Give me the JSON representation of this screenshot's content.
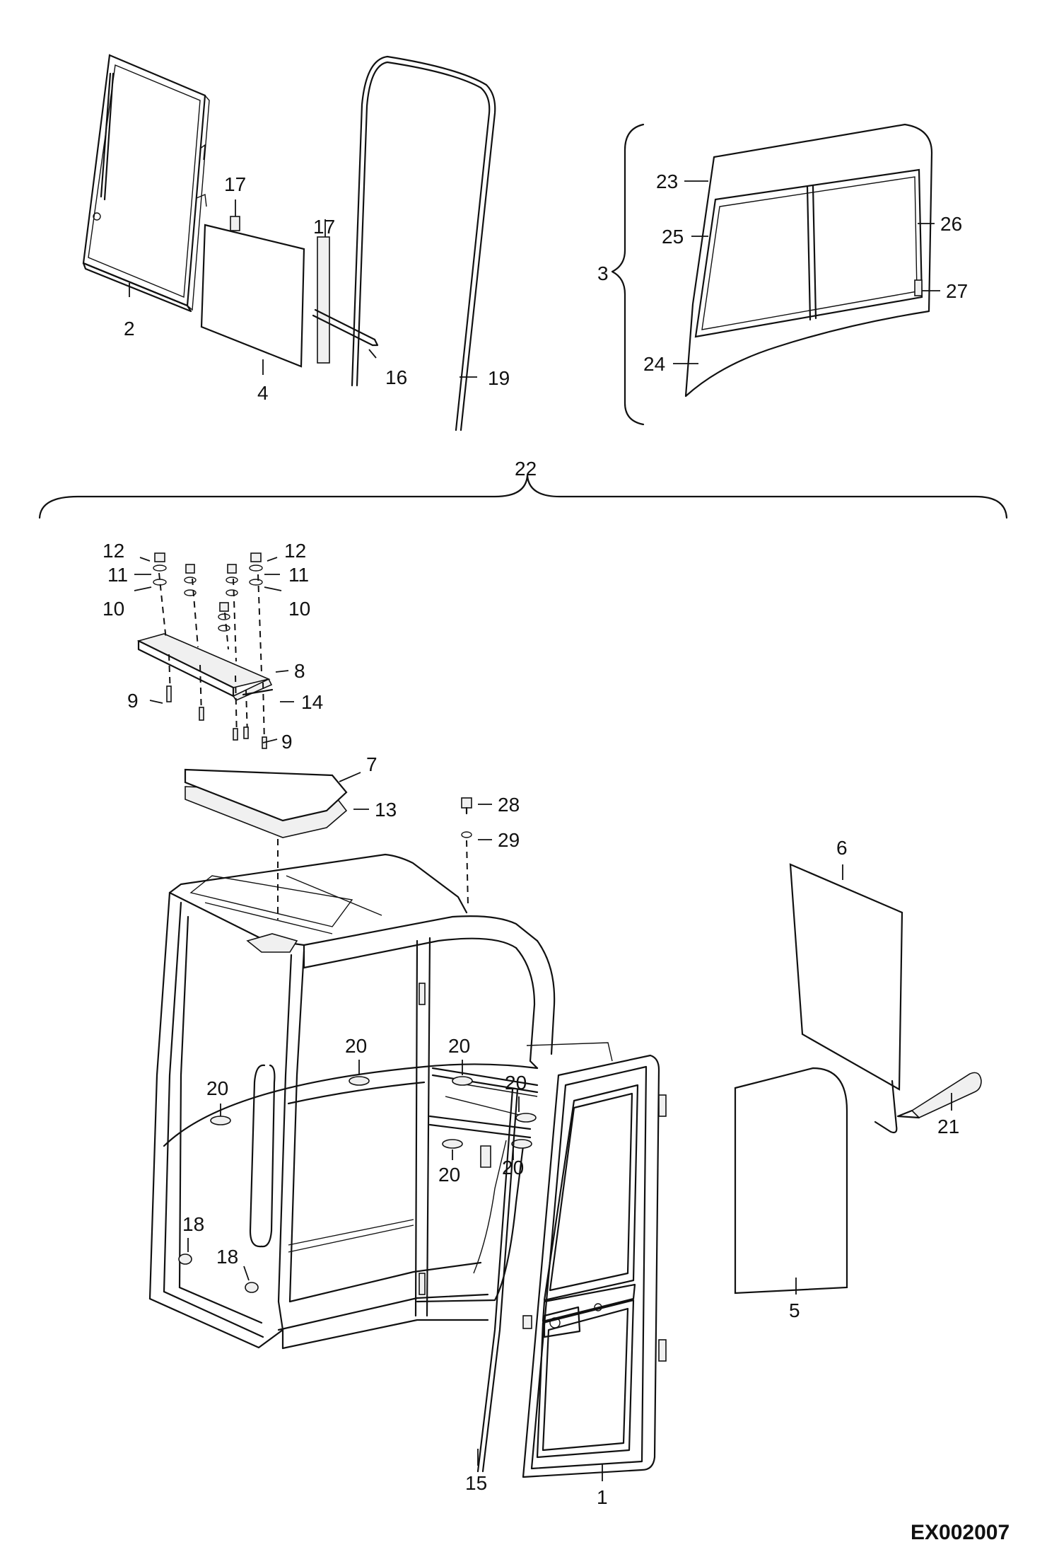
{
  "drawing_id": "EX002007",
  "callouts": {
    "c1": "1",
    "c2": "2",
    "c3": "3",
    "c4": "4",
    "c5": "5",
    "c6": "6",
    "c7": "7",
    "c8": "8",
    "c9a": "9",
    "c9b": "9",
    "c10a": "10",
    "c10b": "10",
    "c11a": "11",
    "c11b": "11",
    "c12a": "12",
    "c12b": "12",
    "c13": "13",
    "c14": "14",
    "c15": "15",
    "c16": "16",
    "c17a": "17",
    "c17b": "17",
    "c18a": "18",
    "c18b": "18",
    "c19": "19",
    "c20a": "20",
    "c20b": "20",
    "c20c": "20",
    "c20d": "20",
    "c20e": "20",
    "c20f": "20",
    "c21": "21",
    "c22": "22",
    "c23": "23",
    "c24": "24",
    "c25": "25",
    "c26": "26",
    "c27": "27",
    "c28": "28",
    "c29": "29"
  },
  "parts": [
    {
      "key": "c2",
      "name": "side-window-with-wiper"
    },
    {
      "key": "c4",
      "name": "glass-pane"
    },
    {
      "key": "c17a",
      "name": "seal-strip-short"
    },
    {
      "key": "c17b",
      "name": "seal-strip-long"
    },
    {
      "key": "c16",
      "name": "rod"
    },
    {
      "key": "c19",
      "name": "front-window-seal"
    },
    {
      "key": "c3",
      "name": "rear-window-assembly"
    },
    {
      "key": "c22",
      "name": "cab-assembly"
    },
    {
      "key": "c7",
      "name": "roof-glass"
    },
    {
      "key": "c8",
      "name": "roof-mounting-plate"
    },
    {
      "key": "c6",
      "name": "side-glass-panel"
    },
    {
      "key": "c5",
      "name": "lower-front-glass"
    },
    {
      "key": "c21",
      "name": "sealant-tube"
    },
    {
      "key": "c1",
      "name": "cab-door"
    },
    {
      "key": "c15",
      "name": "door-seal-strip"
    }
  ]
}
